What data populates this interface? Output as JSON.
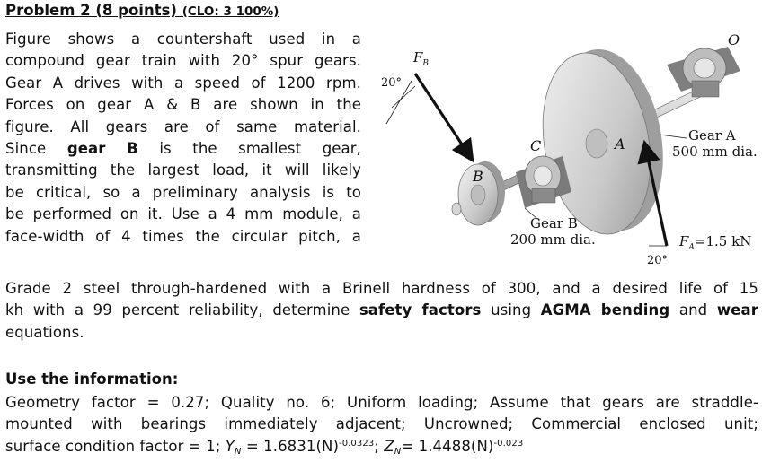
{
  "problem": {
    "title": "Problem 2 (8 points)",
    "clo": "(CLO: 3 100%)",
    "lines": [
      "Figure shows a countershaft used in a",
      "compound gear train with 20° spur gears.",
      "Gear A drives with a speed of 1200 rpm.",
      "Forces on gear A & B are shown in the",
      "figure. All gears are of same material.",
      "Since",
      "gear",
      "B",
      "is the smallest gear,",
      "transmitting the largest load, it will likely",
      "be critical, so a preliminary analysis is to",
      "be performed on it. Use a 4 mm module, a",
      "face-width of 4 times the circular pitch, a",
      "Grade 2 steel through-hardened with a Brinell hardness of 300, and a desired life of 15",
      "kh with a 99 percent reliability, determine",
      "safety factors",
      "using",
      "AGMA bending",
      "and",
      "wear",
      "equations."
    ]
  },
  "use_info": {
    "heading": "Use the information:",
    "line1": "Geometry factor = 0.27; Quality no. 6; Uniform loading; Assume that gears are straddle-",
    "line2": "mounted with bearings immediately adjacent; Uncrowned; Commercial enclosed unit;",
    "line3_a": "surface condition factor = 1;",
    "yn_sym": "Y",
    "yn_sub": "N",
    "yn_eq": " = 1.6831(N)",
    "yn_exp": "-0.0323",
    "sep": ";",
    "zn_sym": "Z",
    "zn_sub": "N",
    "zn_eq": "= 1.4488(N)",
    "zn_exp": "-0.023"
  },
  "figure": {
    "fb": "F",
    "fb_sub": "B",
    "angle_top": "20°",
    "label_c": "C",
    "label_b": "B",
    "label_a": "A",
    "label_o": "O",
    "gear_a_name": "Gear A",
    "gear_a_dia": "500 mm dia.",
    "gear_b_name": "Gear B",
    "gear_b_dia": "200 mm dia.",
    "angle_bottom": "20°",
    "fa": "F",
    "fa_sub": "A",
    "fa_value": "=1.5 kN"
  }
}
